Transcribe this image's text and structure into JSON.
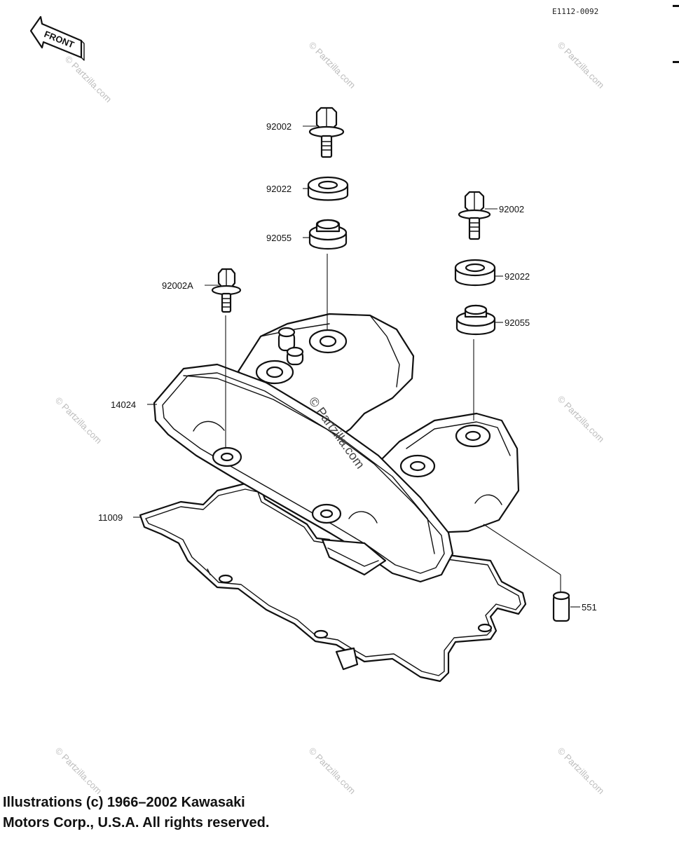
{
  "diagram_code": "E1112-0092",
  "front_label": "FRONT",
  "watermark": "© Partzilla.com",
  "parts": {
    "bolt_top_left": "92002",
    "washer_top_left": "92022",
    "grommet_top_left": "92055",
    "bolt_right": "92002",
    "washer_right": "92022",
    "grommet_right": "92055",
    "bolt_left": "92002A",
    "cover": "14024",
    "gasket": "11009",
    "dowel": "551"
  },
  "copyright": {
    "line1": "Illustrations (c) 1966–2002 Kawasaki",
    "line2": "Motors Corp., U.S.A.  All rights reserved."
  }
}
